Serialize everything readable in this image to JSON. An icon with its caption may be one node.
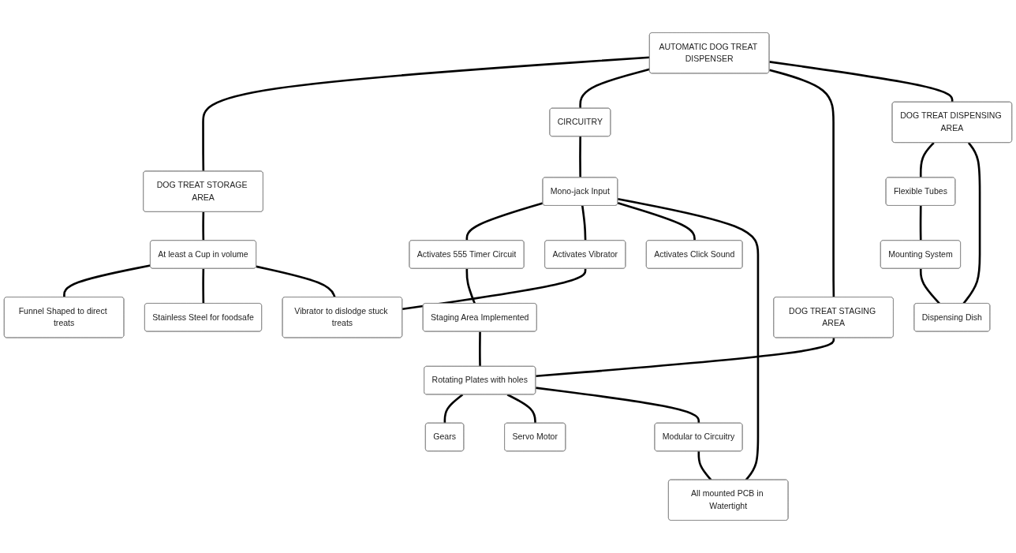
{
  "diagram": {
    "nodes": [
      {
        "text": [
          "AUTOMATIC DOG TREAT DISPENSER"
        ]
      },
      {
        "text": [
          "DOG TREAT STORAGE AREA"
        ]
      },
      {
        "text": [
          "CIRCUITRY"
        ]
      },
      {
        "text": [
          "DOG TREAT STAGING AREA"
        ]
      },
      {
        "text": [
          "DOG TREAT DISPENSING AREA"
        ]
      },
      {
        "text": [
          "At least a Cup in volume"
        ]
      },
      {
        "text": [
          "Funnel Shaped to direct treats"
        ]
      },
      {
        "text": [
          "Stainless Steel for foodsafe"
        ]
      },
      {
        "text": [
          "Vibrator to dislodge stuck treats"
        ]
      },
      {
        "text": [
          "Mono-jack Input"
        ]
      },
      {
        "text": [
          "Activates 555 Timer Circuit"
        ]
      },
      {
        "text": [
          "Activates Vibrator"
        ]
      },
      {
        "text": [
          "Activates Click Sound"
        ]
      },
      {
        "text": [
          "All mounted PCB in Watertight"
        ]
      },
      {
        "text": [
          "Staging Area Implemented"
        ]
      },
      {
        "text": [
          "Rotating Plates with holes"
        ]
      },
      {
        "text": [
          "Gears"
        ]
      },
      {
        "text": [
          "Servo Motor"
        ]
      },
      {
        "text": [
          "Modular to Circuitry"
        ]
      },
      {
        "text": [
          "Flexible Tubes"
        ]
      },
      {
        "text": [
          "Mounting System"
        ]
      },
      {
        "text": [
          "Dispensing Dish"
        ]
      }
    ],
    "edges": [
      {
        "from": 0,
        "to": 1,
        "arrow": "none"
      },
      {
        "from": 0,
        "to": 2,
        "arrow": "none"
      },
      {
        "from": 0,
        "to": 3,
        "arrow": "none"
      },
      {
        "from": 0,
        "to": 4,
        "arrow": "none"
      },
      {
        "from": 1,
        "to": 5,
        "arrow": "none"
      },
      {
        "from": 5,
        "to": 6,
        "arrow": "none"
      },
      {
        "from": 5,
        "to": 7,
        "arrow": "none"
      },
      {
        "from": 5,
        "to": 8,
        "arrow": "none"
      },
      {
        "from": 2,
        "to": 9,
        "arrow": "none"
      },
      {
        "from": 9,
        "to": 10,
        "arrow": "none"
      },
      {
        "from": 9,
        "to": 11,
        "arrow": "none"
      },
      {
        "from": 9,
        "to": 12,
        "arrow": "none"
      },
      {
        "from": 9,
        "to": 13,
        "arrow": "none"
      },
      {
        "from": 11,
        "to": 8,
        "arrow": "none"
      },
      {
        "from": 10,
        "to": 14,
        "arrow": "none"
      },
      {
        "from": 3,
        "to": 15,
        "arrow": "none"
      },
      {
        "from": 14,
        "to": 15,
        "arrow": "none"
      },
      {
        "from": 15,
        "to": 16,
        "arrow": "none"
      },
      {
        "from": 15,
        "to": 17,
        "arrow": "none"
      },
      {
        "from": 15,
        "to": 18,
        "arrow": "none"
      },
      {
        "from": 18,
        "to": 13,
        "arrow": "none"
      },
      {
        "from": 4,
        "to": 19,
        "arrow": "none"
      },
      {
        "from": 4,
        "to": 21,
        "arrow": "none"
      },
      {
        "from": 19,
        "to": 20,
        "arrow": "none"
      },
      {
        "from": 20,
        "to": 21,
        "arrow": "none"
      }
    ]
  }
}
